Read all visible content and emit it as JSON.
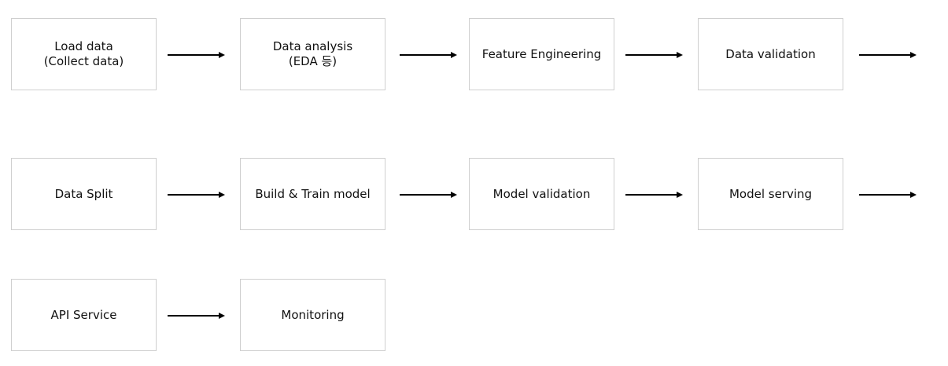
{
  "steps": {
    "load_data": {
      "line1": "Load data",
      "line2": "(Collect data)"
    },
    "data_analysis": {
      "line1": "Data analysis",
      "line2": "(EDA 등)"
    },
    "feature_engineering": {
      "label": "Feature Engineering"
    },
    "data_validation": {
      "label": "Data validation"
    },
    "data_split": {
      "label": "Data Split"
    },
    "build_train_model": {
      "label": "Build & Train model"
    },
    "model_validation": {
      "label": "Model validation"
    },
    "model_serving": {
      "label": "Model serving"
    },
    "api_service": {
      "label": "API Service"
    },
    "monitoring": {
      "label": "Monitoring"
    }
  }
}
